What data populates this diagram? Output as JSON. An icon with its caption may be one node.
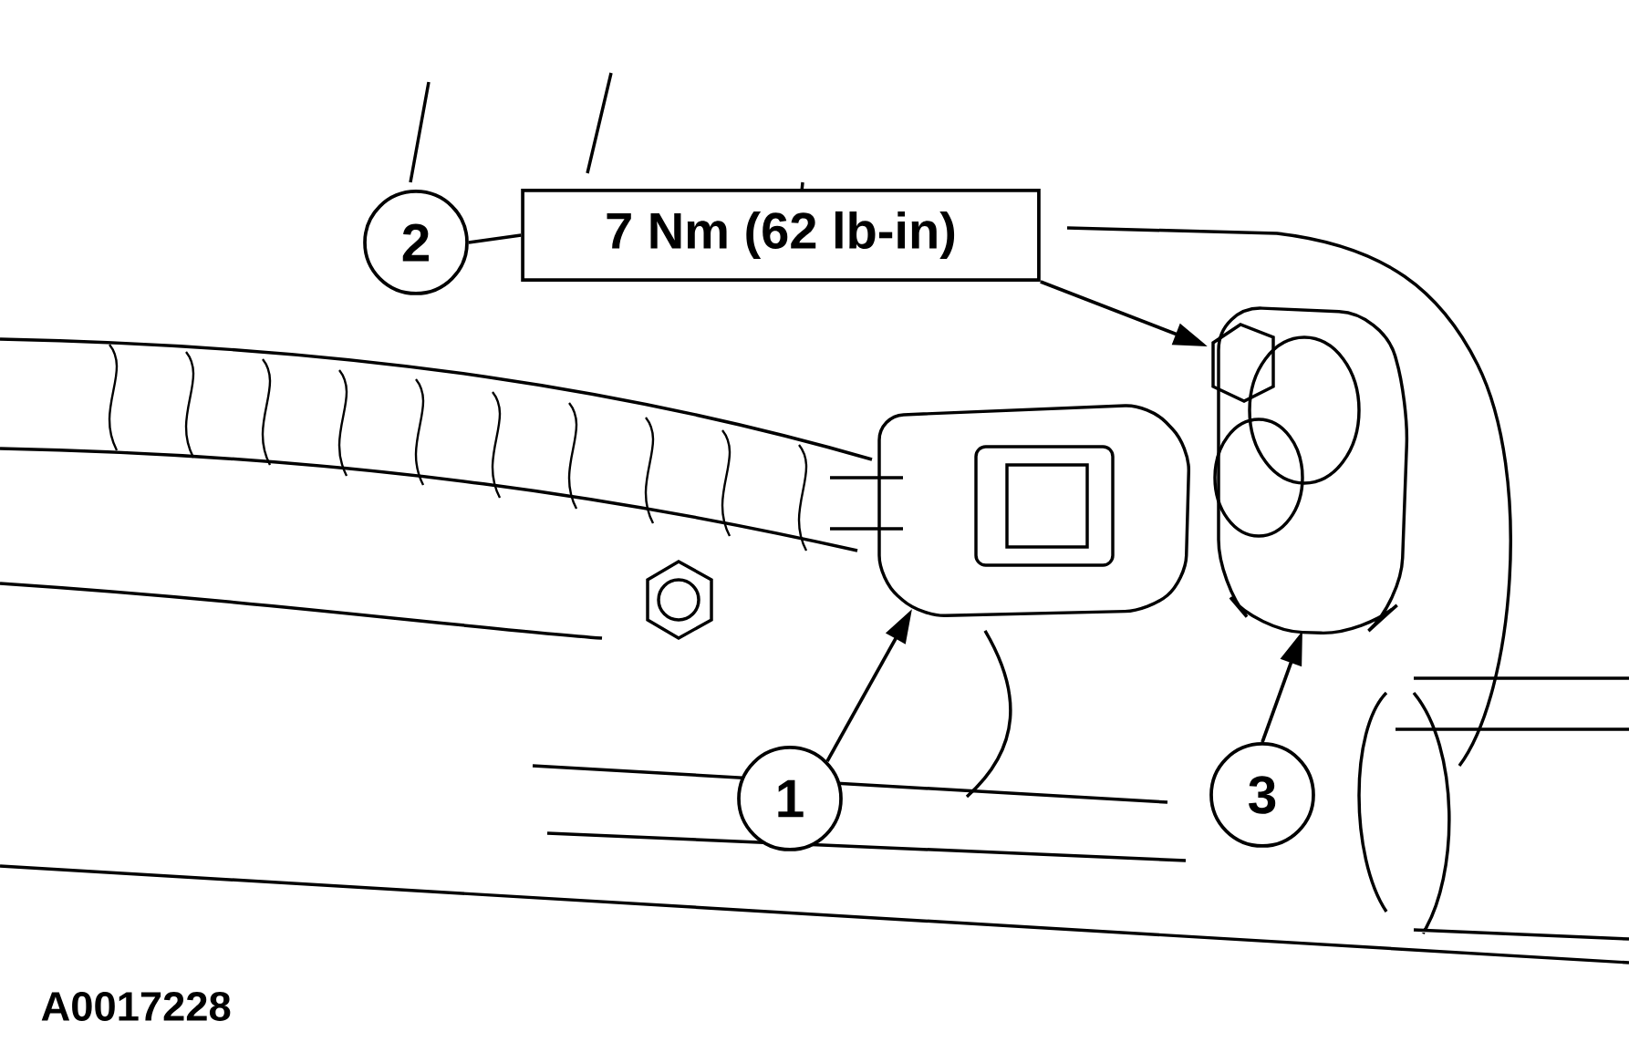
{
  "diagram": {
    "nodes": [
      {
        "text": [
          "2"
        ]
      },
      {
        "text": [
          "7 Nm (62 lb-in)"
        ]
      },
      {
        "text": [
          "1"
        ]
      },
      {
        "text": [
          "3"
        ]
      }
    ],
    "edges": [
      {
        "from": 0,
        "to": 1,
        "arrow": "none"
      },
      {
        "from": 1,
        "to": null,
        "arrow": "to"
      },
      {
        "from": 2,
        "to": null,
        "arrow": "to"
      },
      {
        "from": 3,
        "to": null,
        "arrow": "to"
      }
    ],
    "labels": [
      "A0017228"
    ]
  }
}
